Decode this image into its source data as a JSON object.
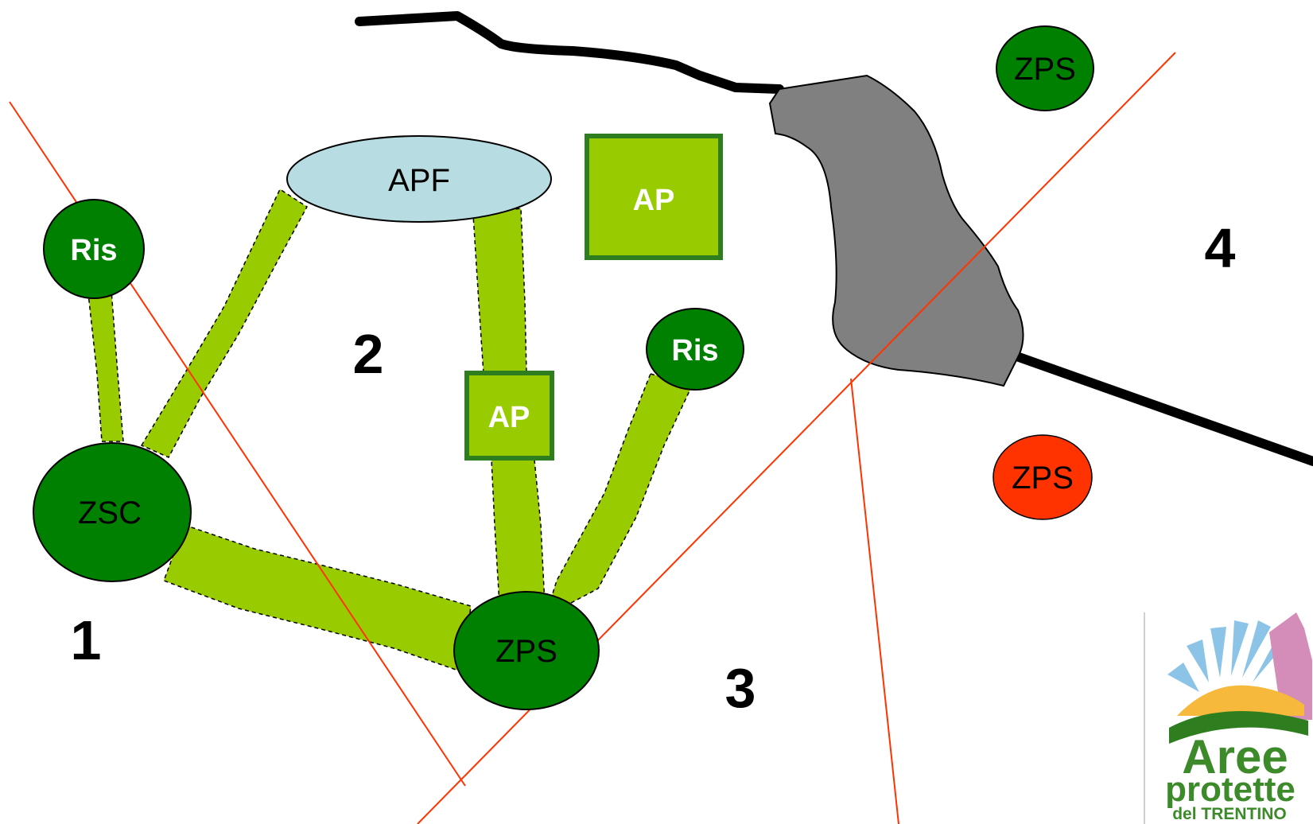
{
  "diagram": {
    "nodes": {
      "ris_left": "Ris",
      "ris_right": "Ris",
      "zsc": "ZSC",
      "apf": "APF",
      "ap_top": "AP",
      "ap_middle": "AP",
      "zps_bottom": "ZPS",
      "zps_top_right": "ZPS",
      "zps_red": "ZPS"
    },
    "zones": [
      "1",
      "2",
      "3",
      "4"
    ]
  },
  "colors": {
    "dark_green": "#008000",
    "light_green": "#99cc00",
    "apf_fill": "#b7dde2",
    "red_node": "#ff3300",
    "boundary_line": "#ff3300",
    "lake_gray": "#808080",
    "river": "#000000"
  },
  "logo": {
    "line1": "Aree",
    "line2": "protette",
    "line3": "del TRENTINO"
  }
}
